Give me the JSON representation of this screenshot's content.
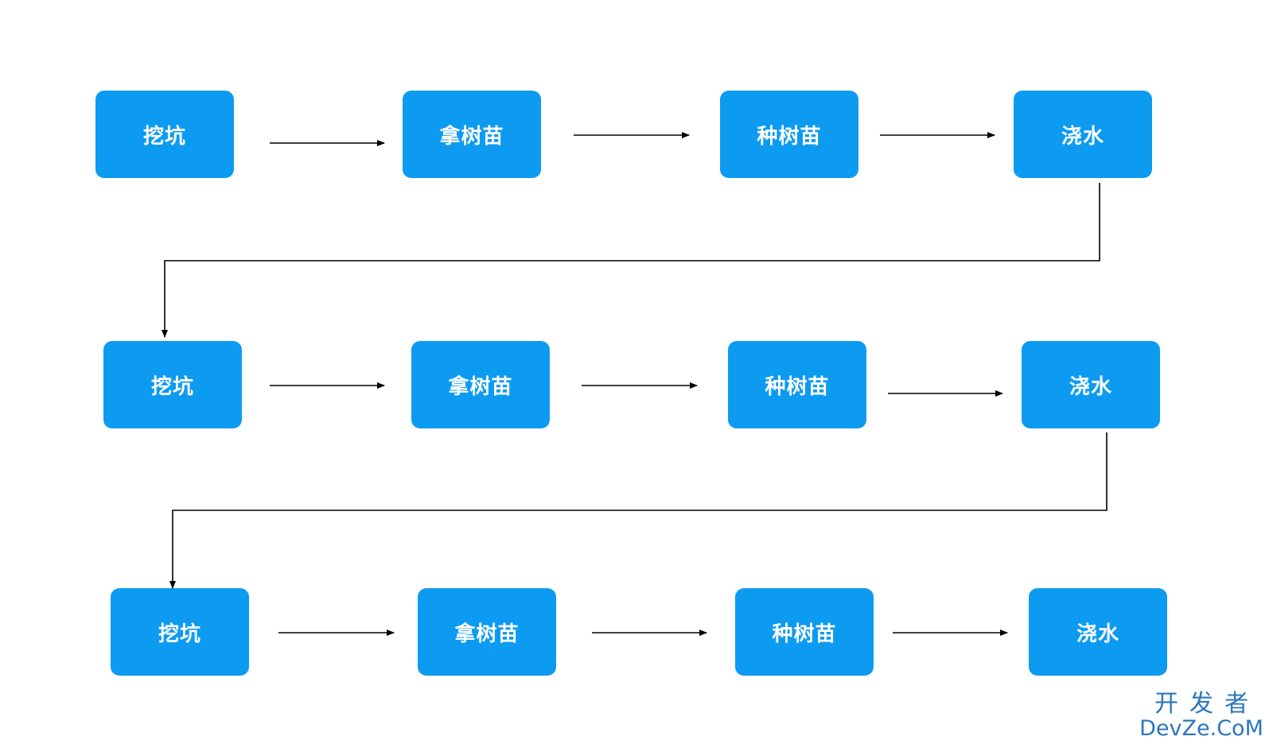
{
  "rows": [
    {
      "steps": [
        "挖坑",
        "拿树苗",
        "种树苗",
        "浇水"
      ]
    },
    {
      "steps": [
        "挖坑",
        "拿树苗",
        "种树苗",
        "浇水"
      ]
    },
    {
      "steps": [
        "挖坑",
        "拿树苗",
        "种树苗",
        "浇水"
      ]
    }
  ],
  "colors": {
    "node_fill": "#0d9bf2",
    "node_text": "#ffffff",
    "connector": "#000000"
  },
  "watermark": {
    "cn": "开发者",
    "en": "DevZe.CoM"
  }
}
